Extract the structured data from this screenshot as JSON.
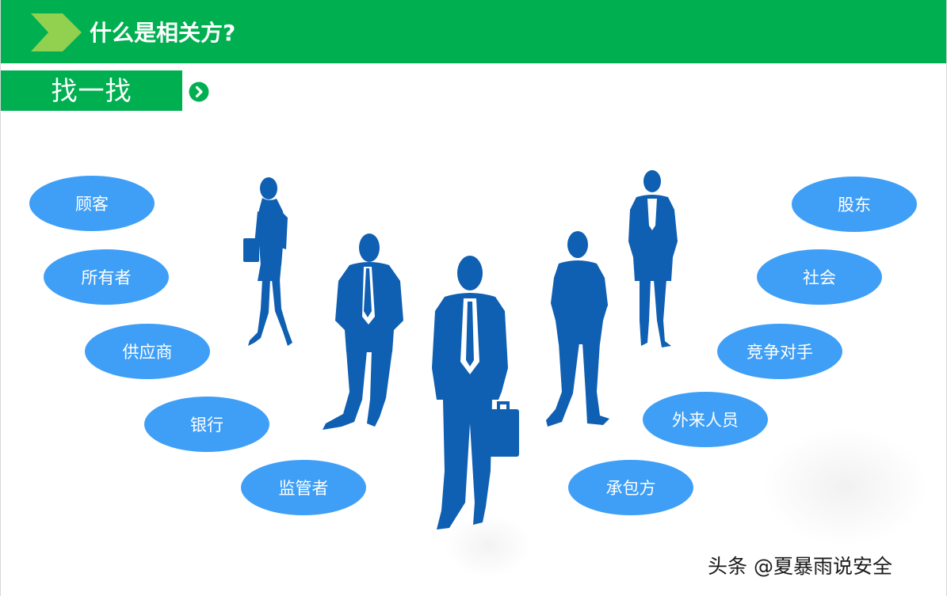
{
  "header": {
    "title": "什么是相关方?"
  },
  "subtitle": {
    "label": "找一找"
  },
  "stakeholders": {
    "left": [
      "顾客",
      "所有者",
      "供应商",
      "银行",
      "监管者"
    ],
    "right": [
      "股东",
      "社会",
      "竞争对手",
      "外来人员",
      "承包方"
    ]
  },
  "watermark": "头条 @夏暴雨说安全",
  "colors": {
    "header_green": "#00b050",
    "arrow_green": "#92d050",
    "bubble_blue": "#3f9ff6",
    "figure_blue": "#0f5fb2"
  },
  "icons": {
    "header": "chevron-right-arrow-icon",
    "next": "next-circle-icon",
    "figures": "business-people-silhouettes"
  }
}
